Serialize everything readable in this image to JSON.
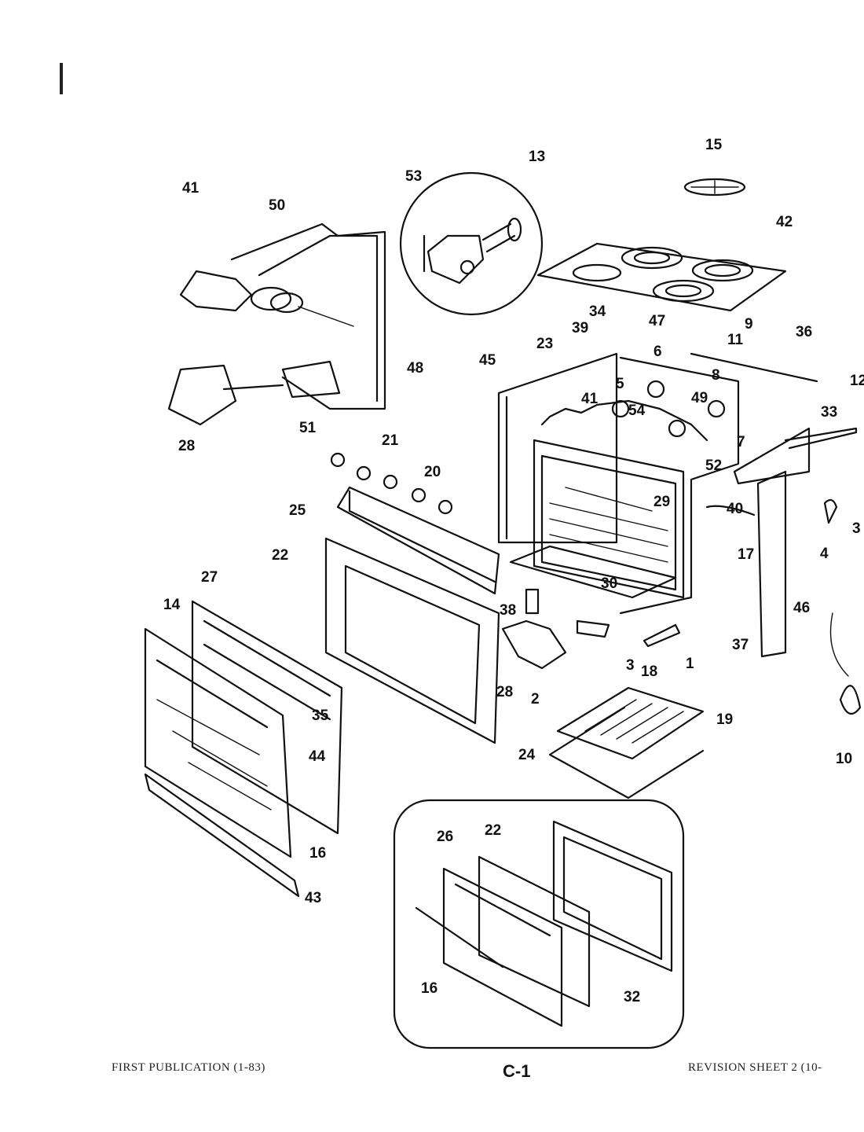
{
  "diagram": {
    "callouts": [
      "41",
      "50",
      "53",
      "13",
      "15",
      "42",
      "48",
      "28",
      "51",
      "34",
      "47",
      "9",
      "39",
      "23",
      "11",
      "36",
      "45",
      "6",
      "5",
      "8",
      "41",
      "54",
      "49",
      "7",
      "12",
      "33",
      "52",
      "21",
      "20",
      "25",
      "29",
      "40",
      "3",
      "22",
      "30",
      "17",
      "4",
      "27",
      "38",
      "46",
      "14",
      "37",
      "3",
      "18",
      "1",
      "28",
      "2",
      "35",
      "19",
      "44",
      "24",
      "10",
      "16",
      "43",
      "26",
      "22",
      "16",
      "32"
    ]
  },
  "footer": {
    "left": "FIRST PUBLICATION (1-83)",
    "center": "C-1",
    "right": "REVISION SHEET 2 (10-"
  }
}
